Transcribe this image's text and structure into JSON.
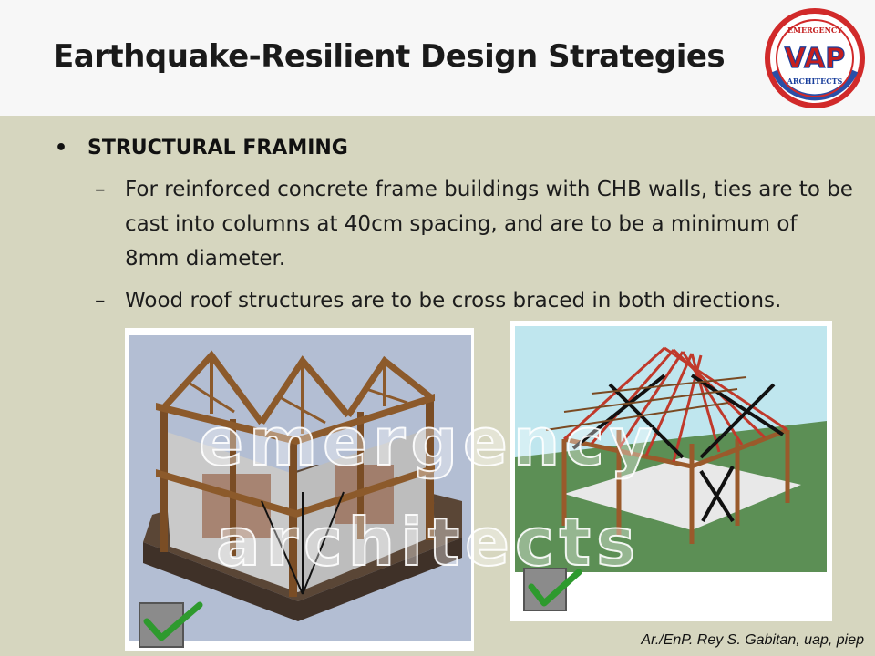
{
  "slide": {
    "title": "Earthquake-Resilient Design Strategies",
    "bullet": {
      "heading": "STRUCTURAL FRAMING",
      "sub_items": [
        "For reinforced concrete frame buildings with CHB walls, ties are to be cast into columns at 40cm spacing, and are to be a minimum of 8mm diameter.",
        "Wood roof structures are to be cross braced in both directions."
      ]
    },
    "logo": {
      "top_text": "EMERGENCY",
      "mark_text": "VAP",
      "bottom_text": "ARCHITECTS"
    },
    "credit": "Ar./EnP. Rey S. Gabitan, uap, piep",
    "watermark": {
      "line1": "emergency",
      "line2": "architects"
    },
    "icons": [
      "bullet-dot",
      "dash",
      "checkmark-icon"
    ]
  }
}
